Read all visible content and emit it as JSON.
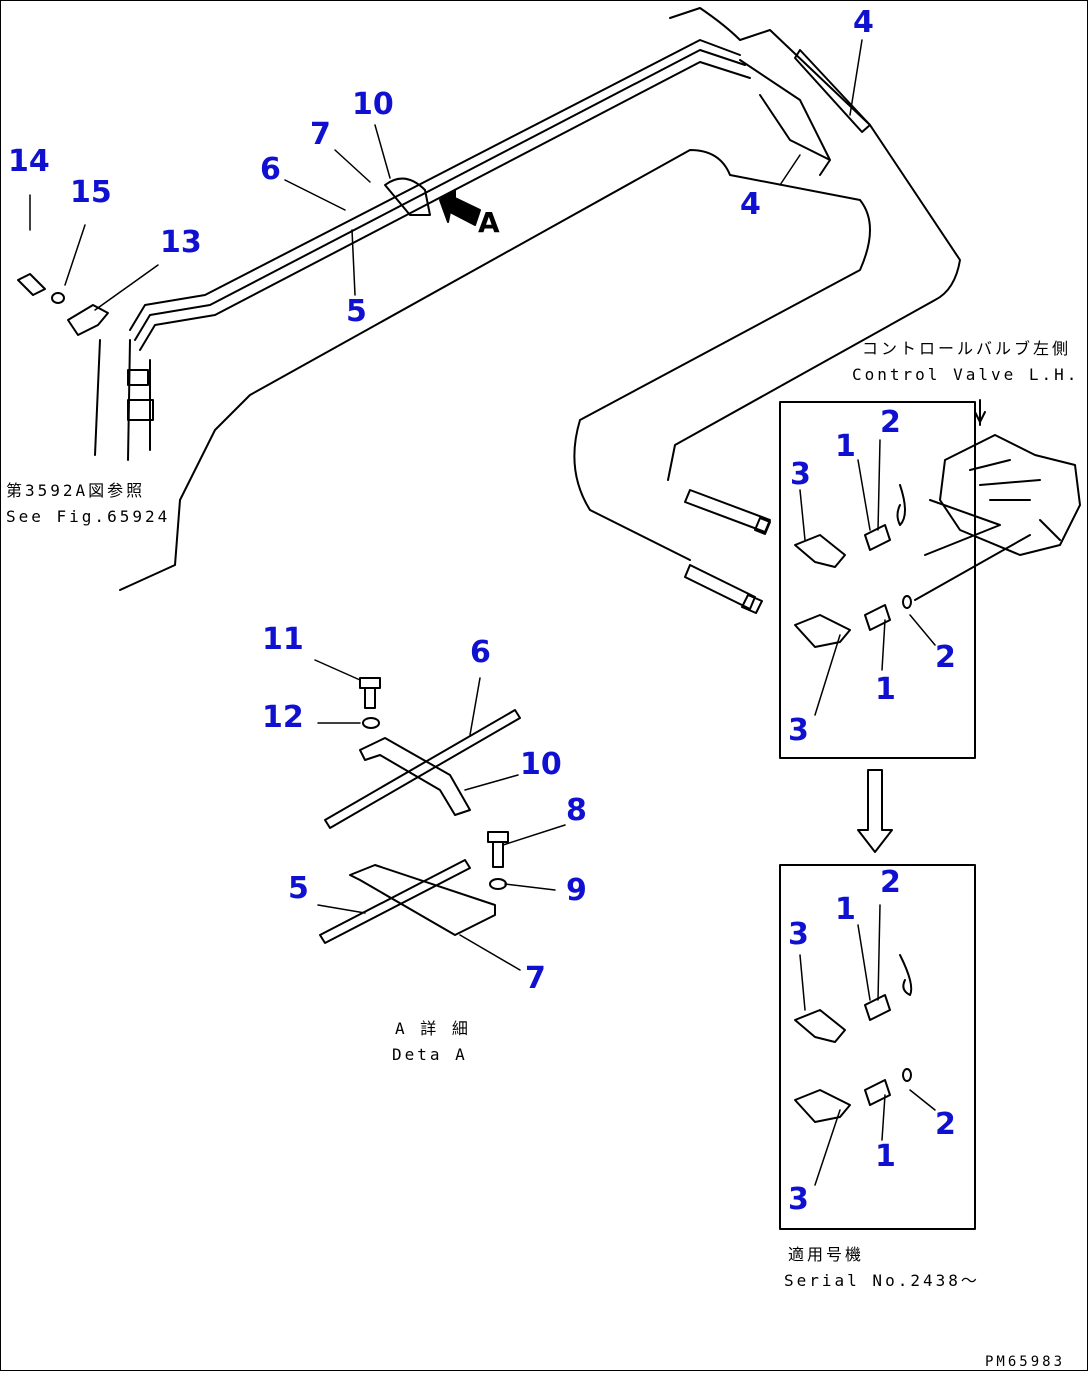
{
  "colors": {
    "callout": "#1010d0",
    "line": "#000000"
  },
  "callouts": {
    "c4a": "4",
    "c4b": "4",
    "c10a": "10",
    "c7a": "7",
    "c6a": "6",
    "c5a": "5",
    "c14": "14",
    "c15": "15",
    "c13": "13",
    "c2a": "2",
    "c1a": "1",
    "c3a": "3",
    "c2b": "2",
    "c1b": "1",
    "c3b": "3",
    "c11": "11",
    "c12": "12",
    "c6b": "6",
    "c10b": "10",
    "c8": "8",
    "c9": "9",
    "c5b": "5",
    "c7b": "7",
    "c2c": "2",
    "c1c": "1",
    "c3c": "3",
    "c2d": "2",
    "c1d": "1",
    "c3d": "3"
  },
  "labels": {
    "arrow_a": "A",
    "control_valve_jp": "コントロールバルブ左側",
    "control_valve_en": "Control Valve L.H.",
    "see_fig_jp": "第3592A図参照",
    "see_fig_en": "See Fig.65924",
    "detail_jp": "A 詳 細",
    "detail_en": "Deta  A",
    "serial_jp": "適用号機",
    "serial_en": "Serial No.2438～",
    "drawing_no": "PM65983"
  }
}
